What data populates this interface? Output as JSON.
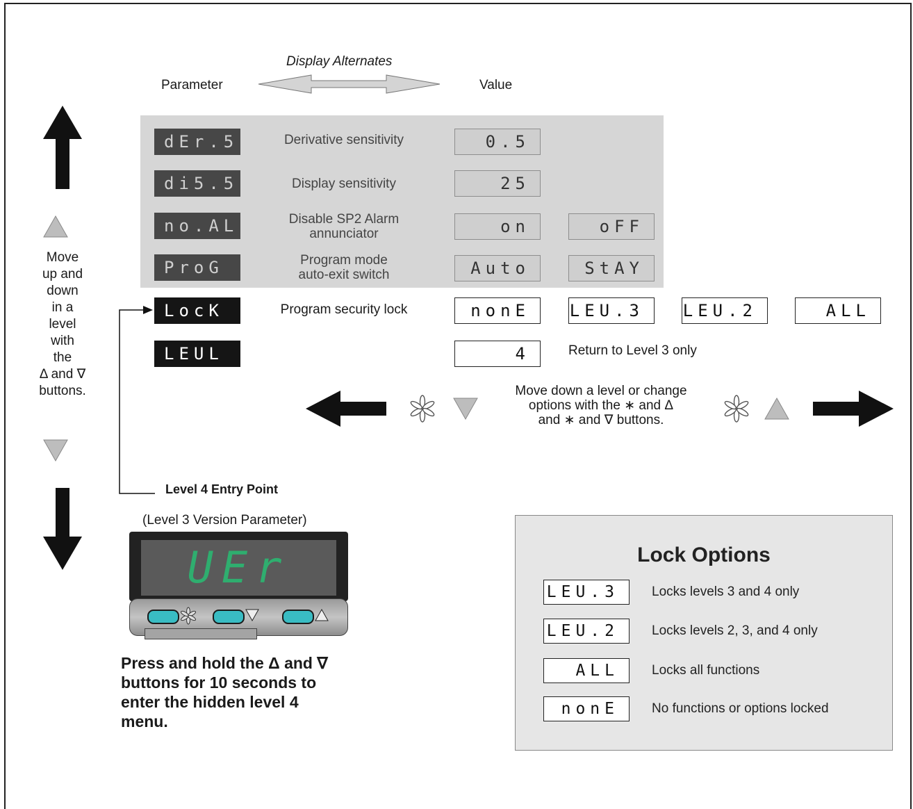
{
  "header": {
    "parameter": "Parameter",
    "display_alternates": "Display Alternates",
    "value": "Value"
  },
  "rows": [
    {
      "code": "dEr.5",
      "label_lines": [
        "Derivative sensitivity"
      ],
      "values": [
        "0.5"
      ]
    },
    {
      "code": "di5.5",
      "label_lines": [
        "Display sensitivity"
      ],
      "values": [
        "25"
      ]
    },
    {
      "code": "no.AL",
      "label_lines": [
        "Disable SP2 Alarm",
        "annunciator"
      ],
      "values": [
        "on",
        "oFF"
      ]
    },
    {
      "code": "ProG",
      "label_lines": [
        "Program mode",
        "auto-exit switch"
      ],
      "values": [
        "Auto",
        "StAY"
      ]
    },
    {
      "code": "LocK",
      "label_lines": [
        "Program security lock"
      ],
      "values": [
        "nonE",
        "LEU.3",
        "LEU.2",
        "ALL"
      ]
    },
    {
      "code": "LEUL",
      "label_lines": [],
      "values": [
        "4"
      ],
      "note": "Return to Level 3 only"
    }
  ],
  "side_instruction": [
    "Move",
    "up and",
    "down",
    "in a",
    "level",
    "with",
    "the",
    "Δ and ∇",
    "buttons."
  ],
  "move_instruction": [
    "Move down a level or change",
    "options with the ∗ and Δ",
    "and ∗ and ∇ buttons."
  ],
  "entry_point": "Level 4 Entry Point",
  "version_param": "(Level 3 Version Parameter)",
  "device_display": "UEr",
  "device_display_color": "#2fae6f",
  "press_instruction": [
    "Press and hold the Δ and ∇",
    "buttons for 10 seconds to",
    "enter the hidden level 4",
    "menu."
  ],
  "lock_options": {
    "title": "Lock Options",
    "items": [
      {
        "code": "LEU.3",
        "text": "Locks levels 3 and 4 only"
      },
      {
        "code": "LEU.2",
        "text": "Locks levels 2, 3, and 4 only"
      },
      {
        "code": "ALL",
        "text": "Locks all functions"
      },
      {
        "code": "nonE",
        "text": "No functions or options locked"
      }
    ]
  }
}
